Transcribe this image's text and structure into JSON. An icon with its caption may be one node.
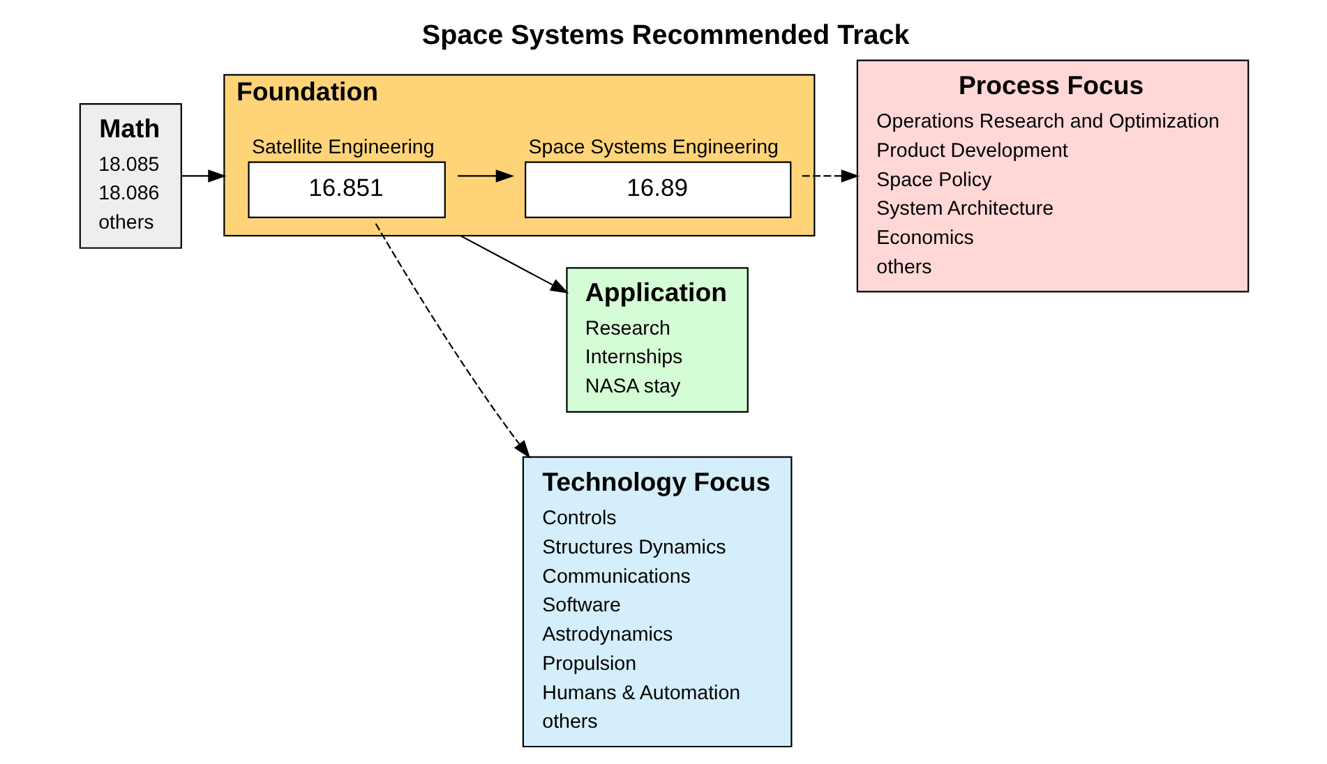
{
  "diagram": {
    "title": "Space Systems Recommended Track",
    "nodes": [
      {
        "text": [
          "Math",
          "18.085",
          "18.086",
          "others"
        ]
      },
      {
        "text": [
          "Foundation"
        ]
      },
      {
        "text": [
          "Satellite Engineering",
          "16.851"
        ],
        "in": 1
      },
      {
        "text": [
          "Space Systems Engineering",
          "16.89"
        ],
        "in": 1
      },
      {
        "text": [
          "Application",
          "Research",
          "Internships",
          "NASA stay"
        ]
      },
      {
        "text": [
          "Technology Focus",
          "Controls",
          "Structures Dynamics",
          "Communications",
          "Software",
          "Astrodynamics",
          "Propulsion",
          "Humans & Automation",
          "others"
        ]
      },
      {
        "text": [
          "Process Focus",
          "Operations Research and Optimization",
          "Product Development",
          "Space Policy",
          "System Architecture",
          "Economics",
          "others"
        ]
      }
    ],
    "edges": [
      {
        "from": 0,
        "to": 1,
        "arrow": "to"
      },
      {
        "from": 2,
        "to": 3,
        "arrow": "to"
      },
      {
        "from": 1,
        "to": 4,
        "arrow": "to"
      },
      {
        "from": 2,
        "to": 5,
        "arrow": "to",
        "style": "dashed"
      },
      {
        "from": 3,
        "to": 6,
        "arrow": "to",
        "style": "dashed"
      }
    ]
  }
}
